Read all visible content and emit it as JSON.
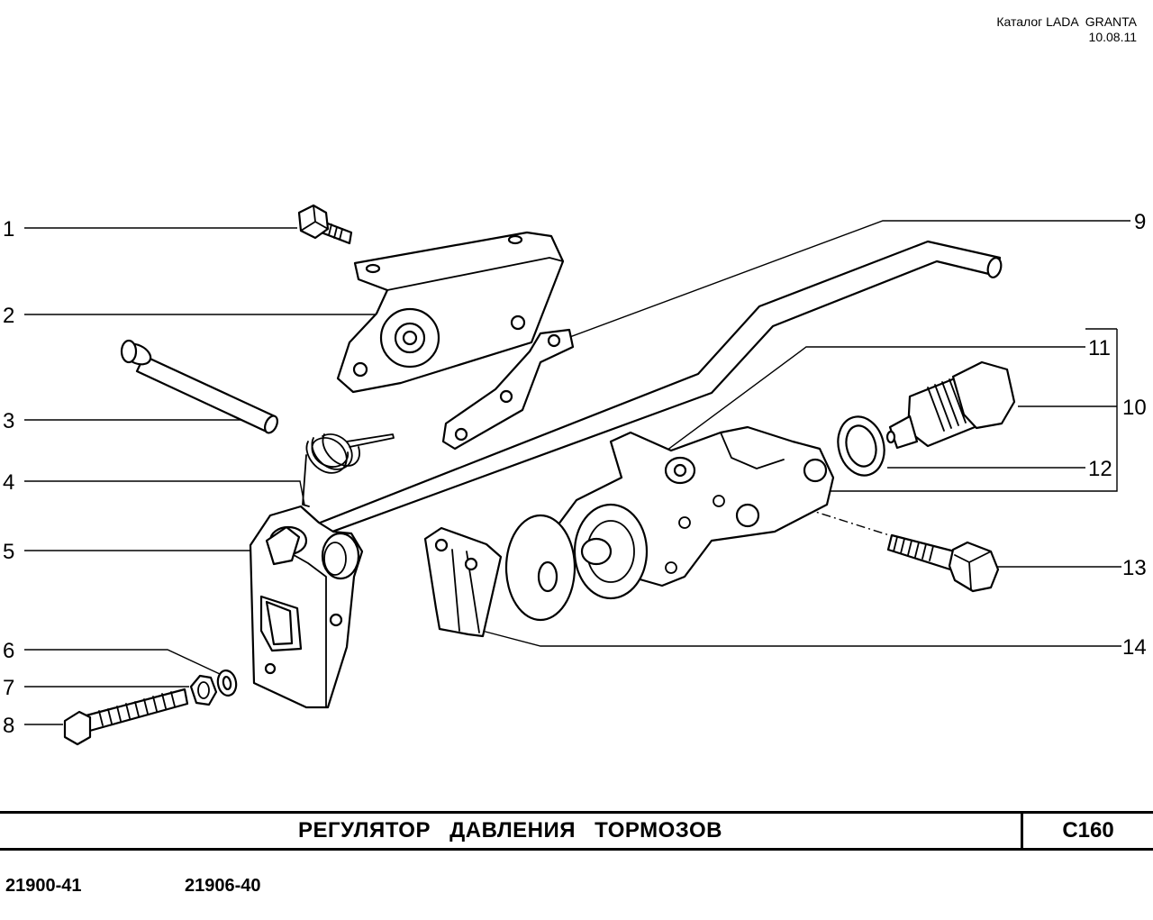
{
  "header": {
    "catalog": "Каталог LADA  GRANTA",
    "date": "10.08.11"
  },
  "callouts": [
    "1",
    "2",
    "3",
    "4",
    "5",
    "6",
    "7",
    "8",
    "9",
    "10",
    "11",
    "12",
    "13",
    "14"
  ],
  "footer": {
    "title": "РЕГУЛЯТОР  ДАВЛЕНИЯ  ТОРМОЗОВ",
    "code": "C160",
    "models": [
      "21900-41",
      "21906-40"
    ]
  }
}
